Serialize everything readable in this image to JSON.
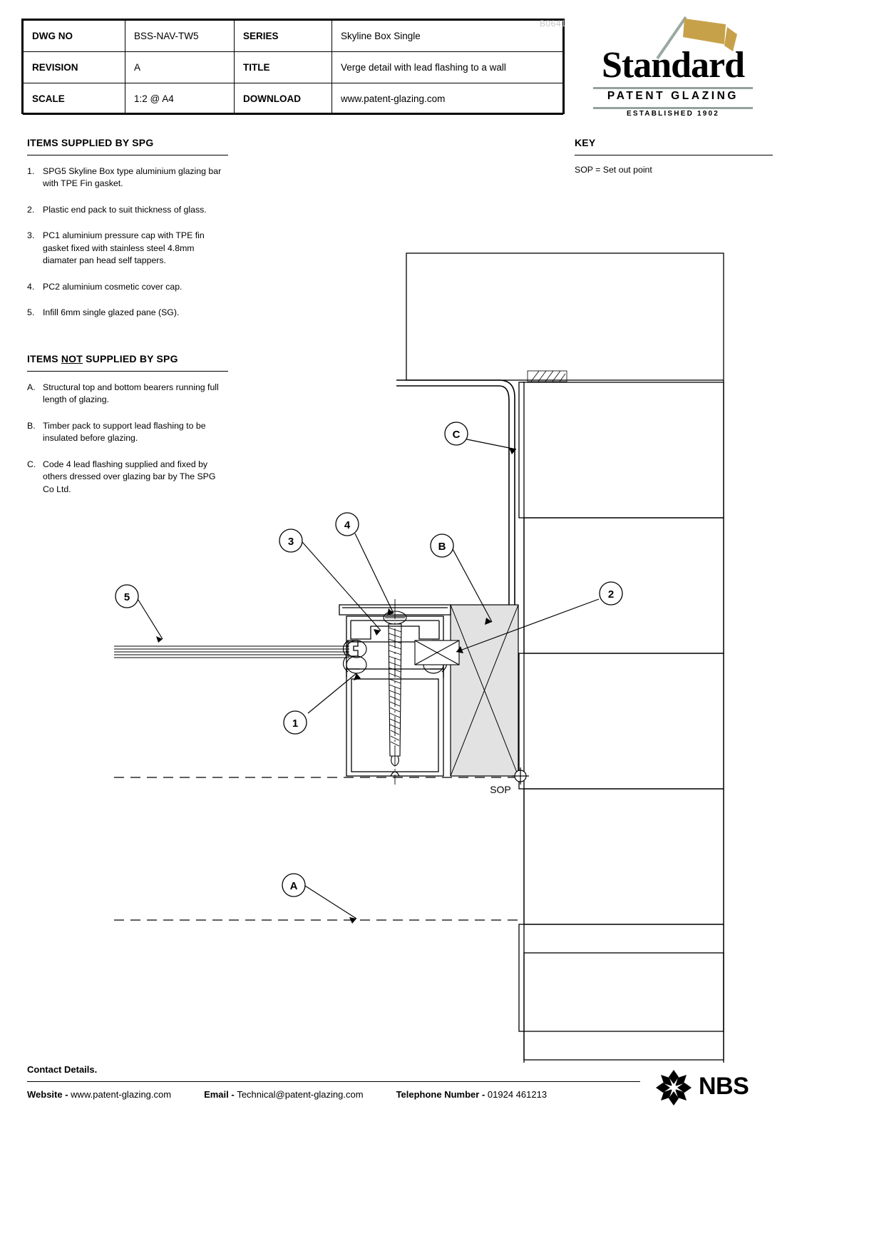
{
  "titleblock": {
    "watermark": "B0641",
    "rows": [
      {
        "label": "DWG NO",
        "value": "BSS-NAV-TW5",
        "label2": "SERIES",
        "value2": "Skyline Box Single"
      },
      {
        "label": "REVISION",
        "value": "A",
        "label2": "TITLE",
        "value2": "Verge detail with lead flashing to a wall"
      },
      {
        "label": "SCALE",
        "value": "1:2 @ A4",
        "label2": "DOWNLOAD",
        "value2": "www.patent-glazing.com"
      }
    ]
  },
  "logo": {
    "name": "Standard",
    "subtitle": "PATENT GLAZING",
    "established": "ESTABLISHED 1902",
    "flag_color": "#c7a14a",
    "rule_color": "#93a29b"
  },
  "items_supplied": {
    "title": "ITEMS SUPPLIED BY SPG",
    "items": [
      {
        "marker": "1.",
        "text": "SPG5 Skyline Box type aluminium glazing bar with TPE Fin gasket."
      },
      {
        "marker": "2.",
        "text": "Plastic end pack to suit thickness of glass."
      },
      {
        "marker": "3.",
        "text": "PC1 aluminium pressure cap with TPE fin gasket fixed with stainless steel 4.8mm diamater pan head self tappers."
      },
      {
        "marker": "4.",
        "text": "PC2 aluminium cosmetic cover cap."
      },
      {
        "marker": "5.",
        "text": "Infill 6mm single glazed pane (SG)."
      }
    ]
  },
  "items_not_supplied": {
    "title_pre": "ITEMS ",
    "title_not": "NOT",
    "title_post": " SUPPLIED BY SPG",
    "items": [
      {
        "marker": "A.",
        "text": "Structural top and bottom bearers running full length of glazing."
      },
      {
        "marker": "B.",
        "text": "Timber pack to support lead flashing to be insulated before glazing."
      },
      {
        "marker": "C.",
        "text": "Code 4 lead flashing supplied and fixed by others dressed over glazing bar by The SPG Co Ltd."
      }
    ]
  },
  "key": {
    "title": "KEY",
    "entries": [
      "SOP = Set out point"
    ]
  },
  "drawing": {
    "callouts": [
      {
        "id": "5",
        "label": "5"
      },
      {
        "id": "3",
        "label": "3"
      },
      {
        "id": "4",
        "label": "4"
      },
      {
        "id": "1",
        "label": "1"
      },
      {
        "id": "2",
        "label": "2"
      },
      {
        "id": "A",
        "label": "A"
      },
      {
        "id": "B",
        "label": "B"
      },
      {
        "id": "C",
        "label": "C"
      }
    ],
    "sop_label": "SOP",
    "hatch_fill": "#e2e2e2"
  },
  "footer": {
    "heading": "Contact Details.",
    "website_label": "Website",
    "website_dash": "-",
    "website_value": "www.patent-glazing.com",
    "email_label": "Email",
    "email_dash": "-",
    "email_value": "Technical@patent-glazing.com",
    "phone_label": "Telephone Number",
    "phone_dash": "-",
    "phone_value": "01924 461213",
    "nbs_text": "NBS"
  }
}
